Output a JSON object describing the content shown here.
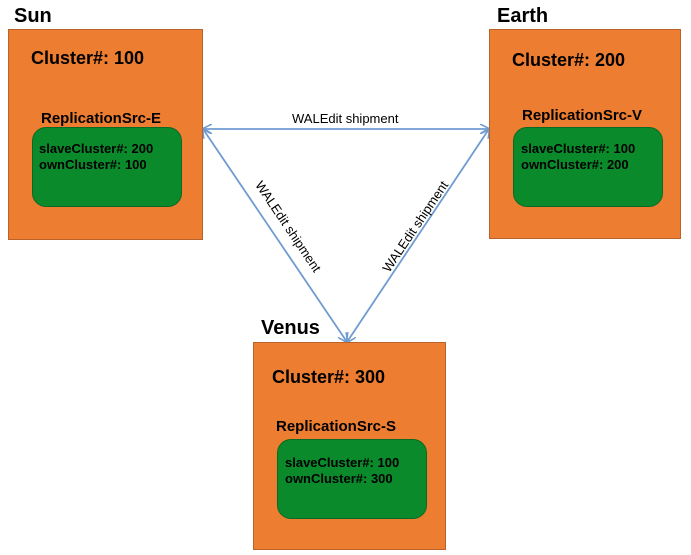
{
  "nodes": {
    "sun": {
      "name": "Sun",
      "cluster": "Cluster#: 100",
      "source": "ReplicationSrc-E",
      "slave": "slaveCluster#: 200",
      "own": "ownCluster#: 100"
    },
    "earth": {
      "name": "Earth",
      "cluster": "Cluster#: 200",
      "source": "ReplicationSrc-V",
      "slave": "slaveCluster#: 100",
      "own": "ownCluster#: 200"
    },
    "venus": {
      "name": "Venus",
      "cluster": "Cluster#: 300",
      "source": "ReplicationSrc-S",
      "slave": "slaveCluster#: 100",
      "own": "ownCluster#: 300"
    }
  },
  "edges": {
    "sun_earth": "WALEdit shipment",
    "sun_venus": "WALEdit shipment",
    "earth_venus": "WALEdit shipment"
  },
  "colors": {
    "cluster_fill": "#ED7D31",
    "source_fill": "#0B8A2C",
    "arrow": "#6F9BD0"
  }
}
